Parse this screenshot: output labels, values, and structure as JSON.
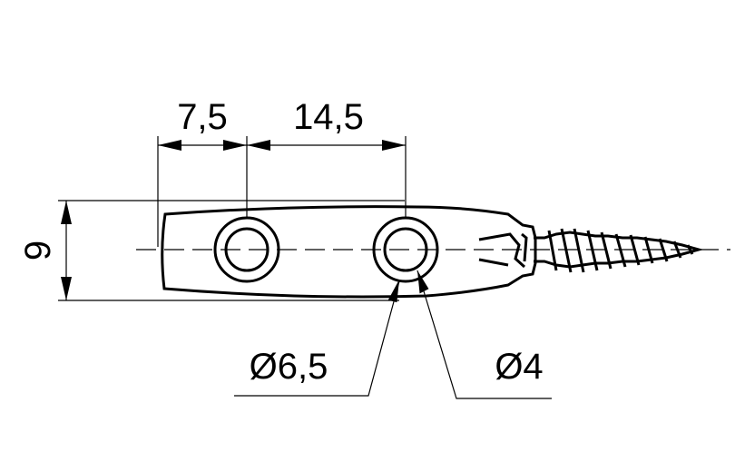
{
  "dimensions": {
    "spacing_first": "7,5",
    "spacing_second": "14,5",
    "height": "9",
    "outer_diameter": "Ø6,5",
    "inner_diameter": "Ø4"
  },
  "colors": {
    "line": "#000000",
    "background": "#ffffff"
  }
}
